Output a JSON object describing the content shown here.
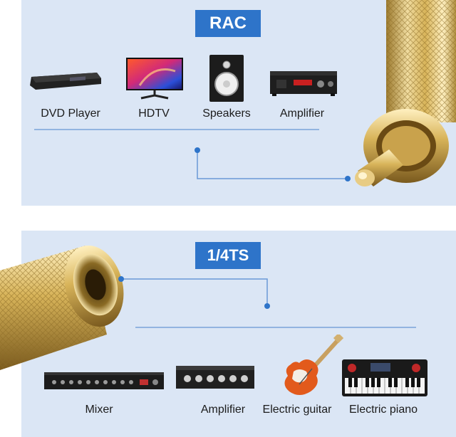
{
  "top_section": {
    "tag": "RAC",
    "devices": [
      {
        "label": "DVD Player",
        "icon": "dvd-player-icon"
      },
      {
        "label": "HDTV",
        "icon": "tv-icon"
      },
      {
        "label": "Speakers",
        "icon": "speaker-icon"
      },
      {
        "label": "Amplifier",
        "icon": "amplifier-icon"
      }
    ]
  },
  "bottom_section": {
    "tag": "1/4TS",
    "devices": [
      {
        "label": "Mixer",
        "icon": "mixer-icon"
      },
      {
        "label": "Amplifier",
        "icon": "amplifier-icon"
      },
      {
        "label": "Electric guitar",
        "icon": "guitar-icon"
      },
      {
        "label": "Electric piano",
        "icon": "keyboard-icon"
      }
    ]
  },
  "colors": {
    "panel": "#dbe6f5",
    "accent": "#2e74c9",
    "gold": "#d8b45a"
  }
}
